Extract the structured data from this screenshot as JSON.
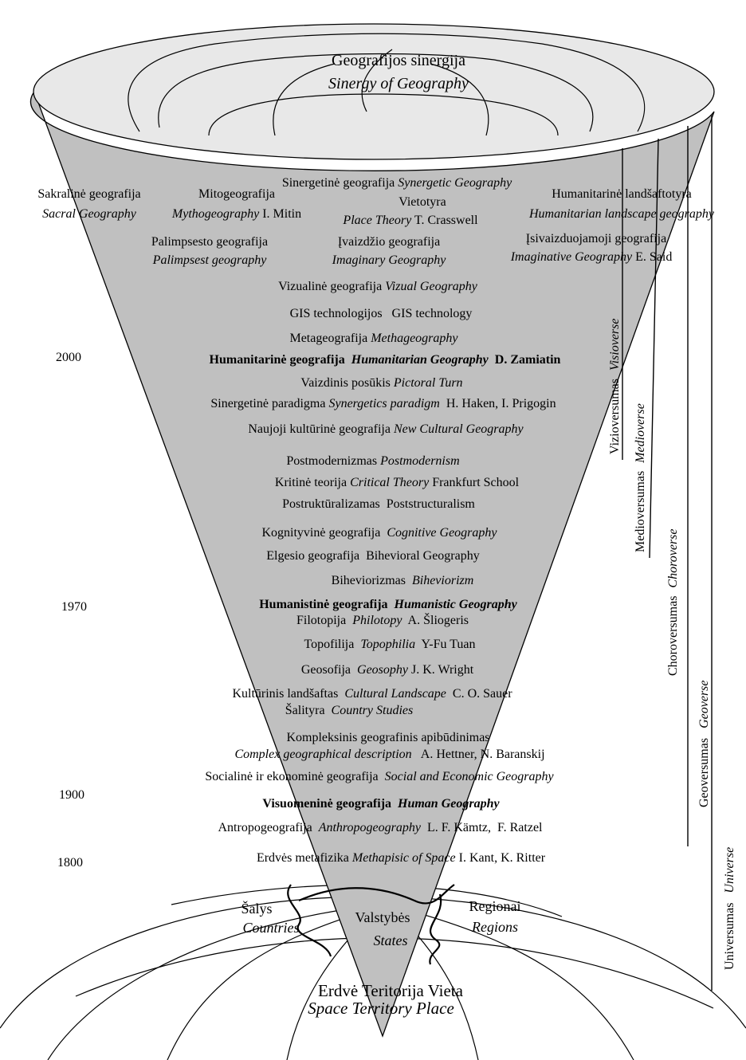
{
  "colors": {
    "cone_fill": "#c0c0c0",
    "top_fill": "#e8e8e8",
    "line": "#000000",
    "background": "#ffffff"
  },
  "top": {
    "lt": "Geografijos sinergija",
    "en": "Sinergy of Geography"
  },
  "bottom": {
    "lt": "Erdvė Teritorija Vieta",
    "en": "Space Territory Place",
    "countries_lt": "Šalys",
    "countries_en": "Countries",
    "states_lt": "Valstybės",
    "states_en": "States",
    "regions_lt": "Regionai",
    "regions_en": "Regions"
  },
  "years": [
    "2000",
    "1970",
    "1900",
    "1800"
  ],
  "terms": [
    {
      "parts": [
        {
          "t": "Sinergetinė geografija "
        },
        {
          "t": "Synergetic Geography",
          "i": true
        }
      ]
    },
    {
      "parts": [
        {
          "t": "Sakralinė geografija"
        }
      ]
    },
    {
      "parts": [
        {
          "t": "Sacral Geography",
          "i": true
        }
      ]
    },
    {
      "parts": [
        {
          "t": "Mitogeografija"
        }
      ]
    },
    {
      "parts": [
        {
          "t": "Mythogeography",
          "i": true
        },
        {
          "t": " I. Mitin"
        }
      ]
    },
    {
      "parts": [
        {
          "t": "Vietotyra"
        }
      ]
    },
    {
      "parts": [
        {
          "t": "Place Theory",
          "i": true
        },
        {
          "t": " T. Crasswell"
        }
      ]
    },
    {
      "parts": [
        {
          "t": "Humanitarinė landšaftotyra"
        }
      ]
    },
    {
      "parts": [
        {
          "t": "Humanitarian landscape geography",
          "i": true
        }
      ]
    },
    {
      "parts": [
        {
          "t": "Palimpsesto geografija"
        }
      ]
    },
    {
      "parts": [
        {
          "t": "Palimpsest geography",
          "i": true
        }
      ]
    },
    {
      "parts": [
        {
          "t": "Įvaizdžio geografija"
        }
      ]
    },
    {
      "parts": [
        {
          "t": "Imaginary Geography",
          "i": true
        }
      ]
    },
    {
      "parts": [
        {
          "t": "Įsivaizduojamoji geografija"
        }
      ]
    },
    {
      "parts": [
        {
          "t": "Imaginative Geography",
          "i": true
        },
        {
          "t": " E. Said"
        }
      ]
    },
    {
      "parts": [
        {
          "t": "Vizualinė geografija "
        },
        {
          "t": "Vizual Geography",
          "i": true
        }
      ]
    },
    {
      "parts": [
        {
          "t": "GIS technologijos   GIS technology"
        }
      ]
    },
    {
      "parts": [
        {
          "t": "Metageografija "
        },
        {
          "t": "Methageography",
          "i": true
        }
      ]
    },
    {
      "parts": [
        {
          "t": "Humanitarinė geografija  ",
          "b": true
        },
        {
          "t": "Humanitarian Geography",
          "b": true,
          "i": true
        },
        {
          "t": "  D. Zamiatin",
          "b": true
        }
      ]
    },
    {
      "parts": [
        {
          "t": "Vaizdinis posūkis "
        },
        {
          "t": "Pictoral Turn",
          "i": true
        }
      ]
    },
    {
      "parts": [
        {
          "t": "Sinergetinė paradigma "
        },
        {
          "t": "Synergetics paradigm",
          "i": true
        },
        {
          "t": "  H. Haken, I. Prigogin"
        }
      ]
    },
    {
      "parts": [
        {
          "t": "Naujoji kultūrinė geografija "
        },
        {
          "t": "New Cultural Geography",
          "i": true
        }
      ]
    },
    {
      "parts": [
        {
          "t": "Postmodernizmas "
        },
        {
          "t": "Postmodernism",
          "i": true
        }
      ]
    },
    {
      "parts": [
        {
          "t": "Kritinė teorija "
        },
        {
          "t": "Critical Theory",
          "i": true
        },
        {
          "t": " Frankfurt School"
        }
      ]
    },
    {
      "parts": [
        {
          "t": "Postruktūralizamas  Poststructuralism"
        }
      ]
    },
    {
      "parts": [
        {
          "t": "Kognityvinė geografija  "
        },
        {
          "t": "Cognitive Geography",
          "i": true
        }
      ]
    },
    {
      "parts": [
        {
          "t": "Elgesio geografija  Bihevioral Geography"
        }
      ]
    },
    {
      "parts": [
        {
          "t": "Biheviorizmas  "
        },
        {
          "t": "Biheviorizm",
          "i": true
        }
      ]
    },
    {
      "parts": [
        {
          "t": "Humanistinė geografija  ",
          "b": true
        },
        {
          "t": "Humanistic Geography",
          "b": true,
          "i": true
        }
      ]
    },
    {
      "parts": [
        {
          "t": "Filotopija  "
        },
        {
          "t": "Philotopy",
          "i": true
        },
        {
          "t": "  A. Šliogeris"
        }
      ]
    },
    {
      "parts": [
        {
          "t": "Topofilija  "
        },
        {
          "t": "Topophilia",
          "i": true
        },
        {
          "t": "  Y-Fu Tuan"
        }
      ]
    },
    {
      "parts": [
        {
          "t": "Geosofija  "
        },
        {
          "t": "Geosophy",
          "i": true
        },
        {
          "t": " J. K. Wright"
        }
      ]
    },
    {
      "parts": [
        {
          "t": "Kultūrinis landšaftas  "
        },
        {
          "t": "Cultural Landscape",
          "i": true
        },
        {
          "t": "  C. O. Sauer"
        }
      ]
    },
    {
      "parts": [
        {
          "t": "Šalityra  "
        },
        {
          "t": "Country Studies",
          "i": true
        }
      ]
    },
    {
      "parts": [
        {
          "t": "Kompleksinis geografinis apibūdinimas"
        }
      ]
    },
    {
      "parts": [
        {
          "t": "Complex geographical description",
          "i": true
        },
        {
          "t": "   A. Hettner, N. Baranskij"
        }
      ]
    },
    {
      "parts": [
        {
          "t": "Socialinė ir ekonominė geografija  "
        },
        {
          "t": "Social and Economic Geography",
          "i": true
        }
      ]
    },
    {
      "parts": [
        {
          "t": "Visuomeninė geografija  ",
          "b": true
        },
        {
          "t": "Human Geography",
          "b": true,
          "i": true
        }
      ]
    },
    {
      "parts": [
        {
          "t": "Antropogeografija  "
        },
        {
          "t": "Anthropogeography",
          "i": true
        },
        {
          "t": "  L. F. Kämtz,  F. Ratzel"
        }
      ]
    },
    {
      "parts": [
        {
          "t": "Erdvės metafizika "
        },
        {
          "t": "Methapisic of Space",
          "i": true
        },
        {
          "t": " I. Kant, K. Ritter"
        }
      ]
    }
  ],
  "verses": [
    {
      "lt": "Vizioversumas",
      "en": "Visioverse"
    },
    {
      "lt": "Medioversumas",
      "en": "Medioverse"
    },
    {
      "lt": "Choroversumas",
      "en": "Choroverse"
    },
    {
      "lt": "Geoversumas",
      "en": "Geoverse"
    },
    {
      "lt": "Universumas",
      "en": "Universe"
    }
  ]
}
